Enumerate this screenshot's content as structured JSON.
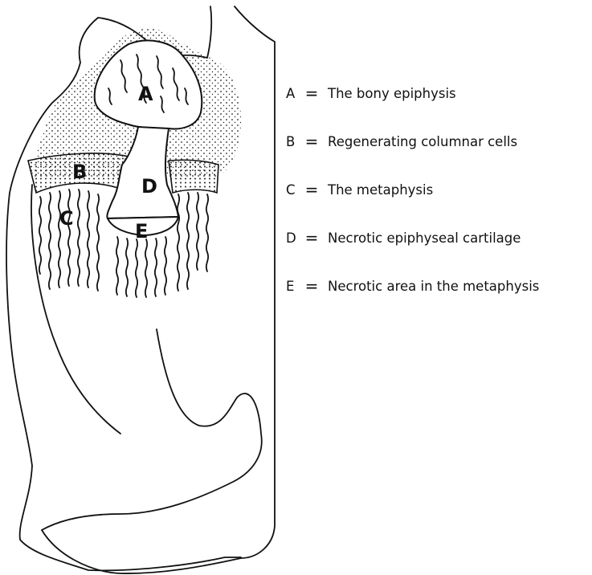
{
  "diagram": {
    "regions": [
      {
        "id": "A",
        "label": "A"
      },
      {
        "id": "B",
        "label": "B"
      },
      {
        "id": "C",
        "label": "C"
      },
      {
        "id": "D",
        "label": "D"
      },
      {
        "id": "E",
        "label": "E"
      }
    ]
  },
  "legend": {
    "items": [
      {
        "key": "A",
        "equals": "=",
        "description": "The bony epiphysis"
      },
      {
        "key": "B",
        "equals": "=",
        "description": "Regenerating columnar cells"
      },
      {
        "key": "C",
        "equals": "=",
        "description": "The metaphysis"
      },
      {
        "key": "D",
        "equals": "=",
        "description": "Necrotic epiphyseal cartilage"
      },
      {
        "key": "E",
        "equals": "=",
        "description": "Necrotic area in the metaphysis"
      }
    ]
  },
  "colors": {
    "ink": "#111111",
    "paper": "#ffffff"
  }
}
